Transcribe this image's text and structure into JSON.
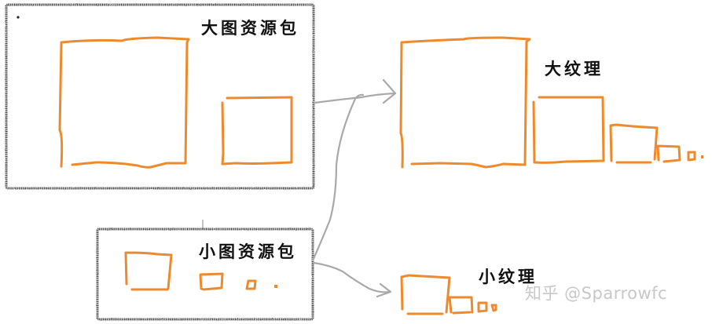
{
  "diagram": {
    "colors": {
      "box_stroke": "#4a4a4a",
      "texture_stroke": "#ee8a2e",
      "arrow_stroke": "#a9a9a9",
      "label_text": "#111111",
      "watermark_text": "#c8c8c8"
    },
    "nodes": [
      {
        "id": "big-pack",
        "label": "大图资源包",
        "kind": "container",
        "textures": 2
      },
      {
        "id": "small-pack",
        "label": "小图资源包",
        "kind": "container",
        "textures": 4
      },
      {
        "id": "big-texture",
        "label": "大纹理",
        "kind": "texture-chain",
        "levels": 6
      },
      {
        "id": "small-texture",
        "label": "小纹理",
        "kind": "texture-chain",
        "levels": 4
      }
    ],
    "edges": [
      {
        "from": "big-pack",
        "to": "big-texture"
      },
      {
        "from": "small-pack",
        "to": "big-texture"
      },
      {
        "from": "small-pack",
        "to": "small-texture"
      }
    ],
    "labels": {
      "big_pack": "大图资源包",
      "small_pack": "小图资源包",
      "big_texture": "大纹理",
      "small_texture": "小纹理"
    },
    "watermark": "知乎 @Sparrowfc"
  }
}
